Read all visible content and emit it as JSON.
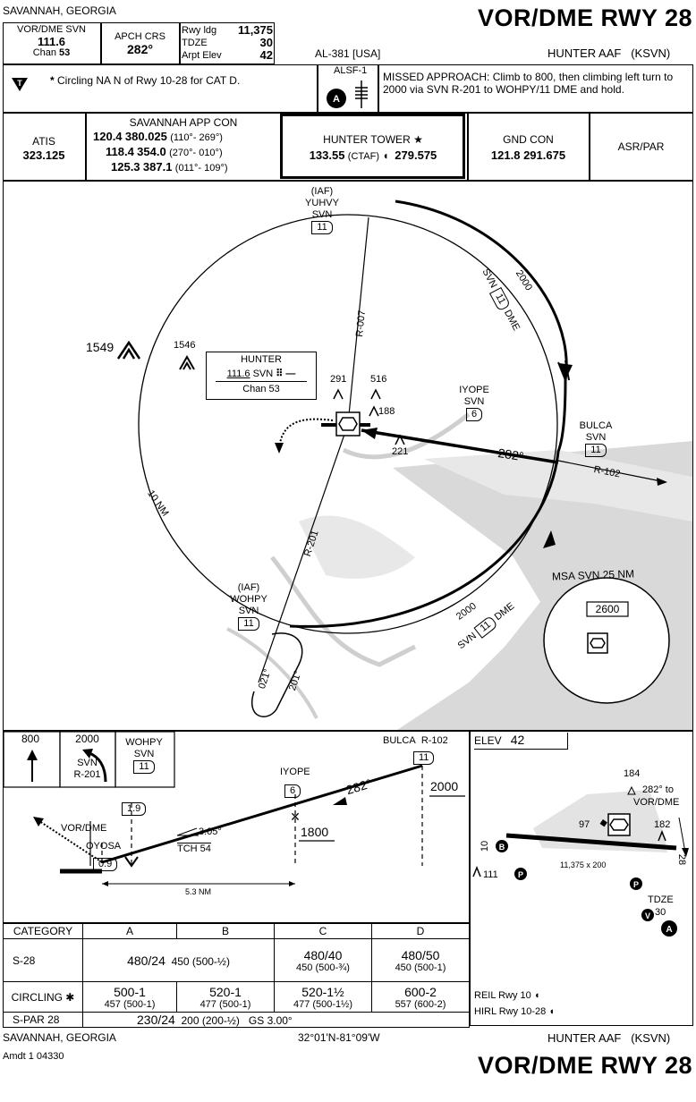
{
  "header": {
    "location": "SAVANNAH, GEORGIA",
    "procedure_title": "VOR/DME RWY 28",
    "nav_label": "VOR/DME SVN",
    "nav_freq": "111.6",
    "nav_chan_label": "Chan",
    "nav_chan": "53",
    "apch_crs_label": "APCH CRS",
    "apch_crs": "282°",
    "rwy_ldg_label": "Rwy ldg",
    "rwy_ldg": "11,375",
    "tdze_label": "TDZE",
    "tdze": "30",
    "arpt_elev_label": "Arpt Elev",
    "arpt_elev": "42",
    "chart_id": "AL-381 [USA]",
    "airport": "HUNTER AAF",
    "airport_id": "(KSVN)"
  },
  "notes": {
    "circling_note": "Circling NA N of Rwy 10-28 for CAT D.",
    "alsf": "ALSF-1",
    "missed_approach": "MISSED APPROACH:  Climb to 800, then climbing left turn to 2000 via SVN R-201 to WOHPY/11 DME and hold."
  },
  "comms": {
    "atis_label": "ATIS",
    "atis_freq": "323.125",
    "app_label": "SAVANNAH APP CON",
    "app_rows": [
      {
        "f1": "120.4",
        "f2": "380.025",
        "sector": "(110°- 269°)"
      },
      {
        "f1": "118.4",
        "f2": "354.0",
        "sector": "(270°- 010°)"
      },
      {
        "f1": "125.3",
        "f2": "387.1",
        "sector": "(011°- 109°)"
      }
    ],
    "tower_label": "HUNTER TOWER ★",
    "tower_f1": "133.55",
    "tower_ctaf": "(CTAF)",
    "tower_f2": "279.575",
    "gnd_label": "GND CON",
    "gnd_freq": "121.8  291.675",
    "radar_label": "ASR/PAR"
  },
  "planview": {
    "yuhvy_iaf": "(IAF)",
    "yuhvy": "YUHVY",
    "yuhvy_nav": "SVN",
    "yuhvy_dme": "11",
    "wohpy_iaf": "(IAF)",
    "wohpy": "WOHPY",
    "wohpy_nav": "SVN",
    "wohpy_dme": "11",
    "iyope": "IYOPE",
    "iyope_nav": "SVN",
    "iyope_dme": "6",
    "bulca": "BULCA",
    "bulca_nav": "SVN",
    "bulca_dme": "11",
    "arc_alt_n": "2000",
    "arc_label_n_svn": "SVN",
    "arc_label_n_dme": "11",
    "arc_label_n_unit": "DME",
    "arc_alt_s": "2000",
    "arc_label_s_svn": "SVN",
    "arc_label_s_dme": "11",
    "arc_label_s_unit": "DME",
    "r007": "R-007",
    "r201": "R-201",
    "r102": "R-102",
    "crs282": "282°",
    "crs021": "021°",
    "crs201": "201°",
    "ring_label": "10 NM",
    "obst1": "1549",
    "obst2": "1546",
    "obst3": "291",
    "obst4": "516",
    "obst5": "188",
    "obst6": "221",
    "vor_name": "HUNTER",
    "vor_freq": "111.6",
    "vor_id": "SVN",
    "vor_chan": "Chan 53",
    "msa_title": "MSA  SVN  25 NM",
    "msa_alt": "2600"
  },
  "profile": {
    "ma_alt": "800",
    "hold_alt": "2000",
    "hold_svn": "SVN",
    "hold_radial": "R-201",
    "hold_fix": "WOHPY",
    "hold_fix_nav": "SVN",
    "hold_fix_dme": "11",
    "bulca": "BULCA",
    "bulca_radial": "R-102",
    "bulca_dme": "11",
    "bulca_alt": "2000",
    "iyope": "IYOPE",
    "iyope_dme": "6",
    "iyope_alt": "1800",
    "crs": "282°",
    "dme19": "1.9",
    "vordme": "VOR/DME",
    "oyosa": "OYOSA",
    "dme09": "0.9",
    "gs": "3.05°",
    "tch": "TCH 54",
    "dist": "5.3 NM"
  },
  "minimums": {
    "head": [
      "CATEGORY",
      "A",
      "B",
      "C",
      "D"
    ],
    "s28_label": "S-28",
    "s28_ab": "480/24",
    "s28_ab_haa": "450  (500-½)",
    "s28_c1": "480/40",
    "s28_c2": "450 (500-¾)",
    "s28_d1": "480/50",
    "s28_d2": "450 (500-1)",
    "circ_label": "CIRCLING ✱",
    "circ_a1": "500-1",
    "circ_a2": "457 (500-1)",
    "circ_b1": "520-1",
    "circ_b2": "477 (500-1)",
    "circ_c1": "520-1½",
    "circ_c2": "477 (500-1½)",
    "circ_d1": "600-2",
    "circ_d2": "557 (600-2)",
    "spar_label": "S-PAR 28",
    "spar_val": "230/24",
    "spar_haa": "200  (200-½)",
    "spar_gs": "GS 3.00°"
  },
  "airport_diagram": {
    "elev_label": "ELEV",
    "elev": "42",
    "obst184": "184",
    "note282": "282° to",
    "note_vordme": "VOR/DME",
    "obst182": "182",
    "obst97": "97",
    "obst111": "111",
    "rwy_dims": "11,375 x 200",
    "rwy10": "10",
    "rwy28": "28",
    "tdze_label": "TDZE",
    "tdze": "30",
    "reil": "REIL Rwy 10",
    "hirl": "HIRL Rwy 10-28"
  },
  "footer": {
    "location": "SAVANNAH, GEORGIA",
    "coords": "32°01'N-81°09'W",
    "airport": "HUNTER AAF",
    "airport_id": "(KSVN)",
    "amdt": "Amdt 1  04330",
    "procedure_title": "VOR/DME RWY 28"
  }
}
